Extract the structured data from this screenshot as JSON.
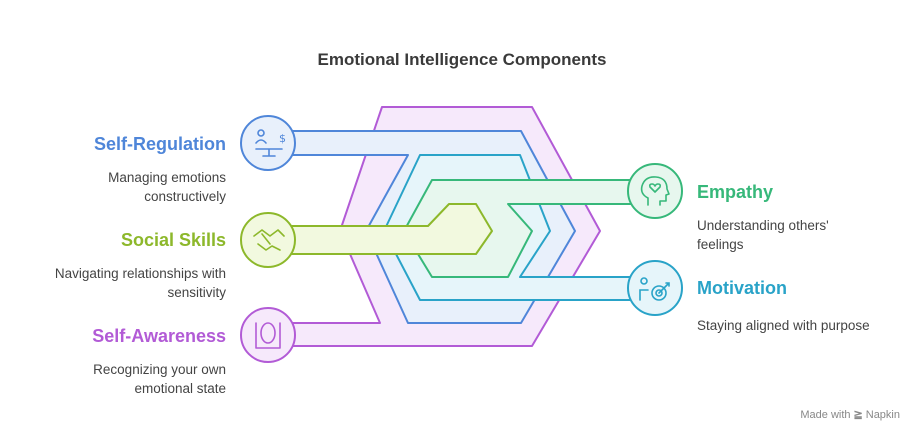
{
  "title": "Emotional Intelligence Components",
  "components": [
    {
      "name": "Self-Regulation",
      "description_lines": [
        "Managing emotions",
        "constructively"
      ],
      "color": "#4f86d9",
      "icon": "balance-scale-icon"
    },
    {
      "name": "Social Skills",
      "description_lines": [
        "Navigating relationships with",
        "sensitivity"
      ],
      "color": "#8db82b",
      "icon": "handshake-icon"
    },
    {
      "name": "Self-Awareness",
      "description_lines": [
        "Recognizing your own",
        "emotional state"
      ],
      "color": "#b25bd6",
      "icon": "mirror-icon"
    },
    {
      "name": "Empathy",
      "description_lines": [
        "Understanding others'",
        "feelings"
      ],
      "color": "#37b87a",
      "icon": "heart-head-icon"
    },
    {
      "name": "Motivation",
      "description_lines": [
        "Staying aligned with purpose"
      ],
      "color": "#29a3c8",
      "icon": "target-arrow-icon"
    }
  ],
  "footer": {
    "made_with": "Made with",
    "brand": "Napkin",
    "arrow": "≧"
  }
}
